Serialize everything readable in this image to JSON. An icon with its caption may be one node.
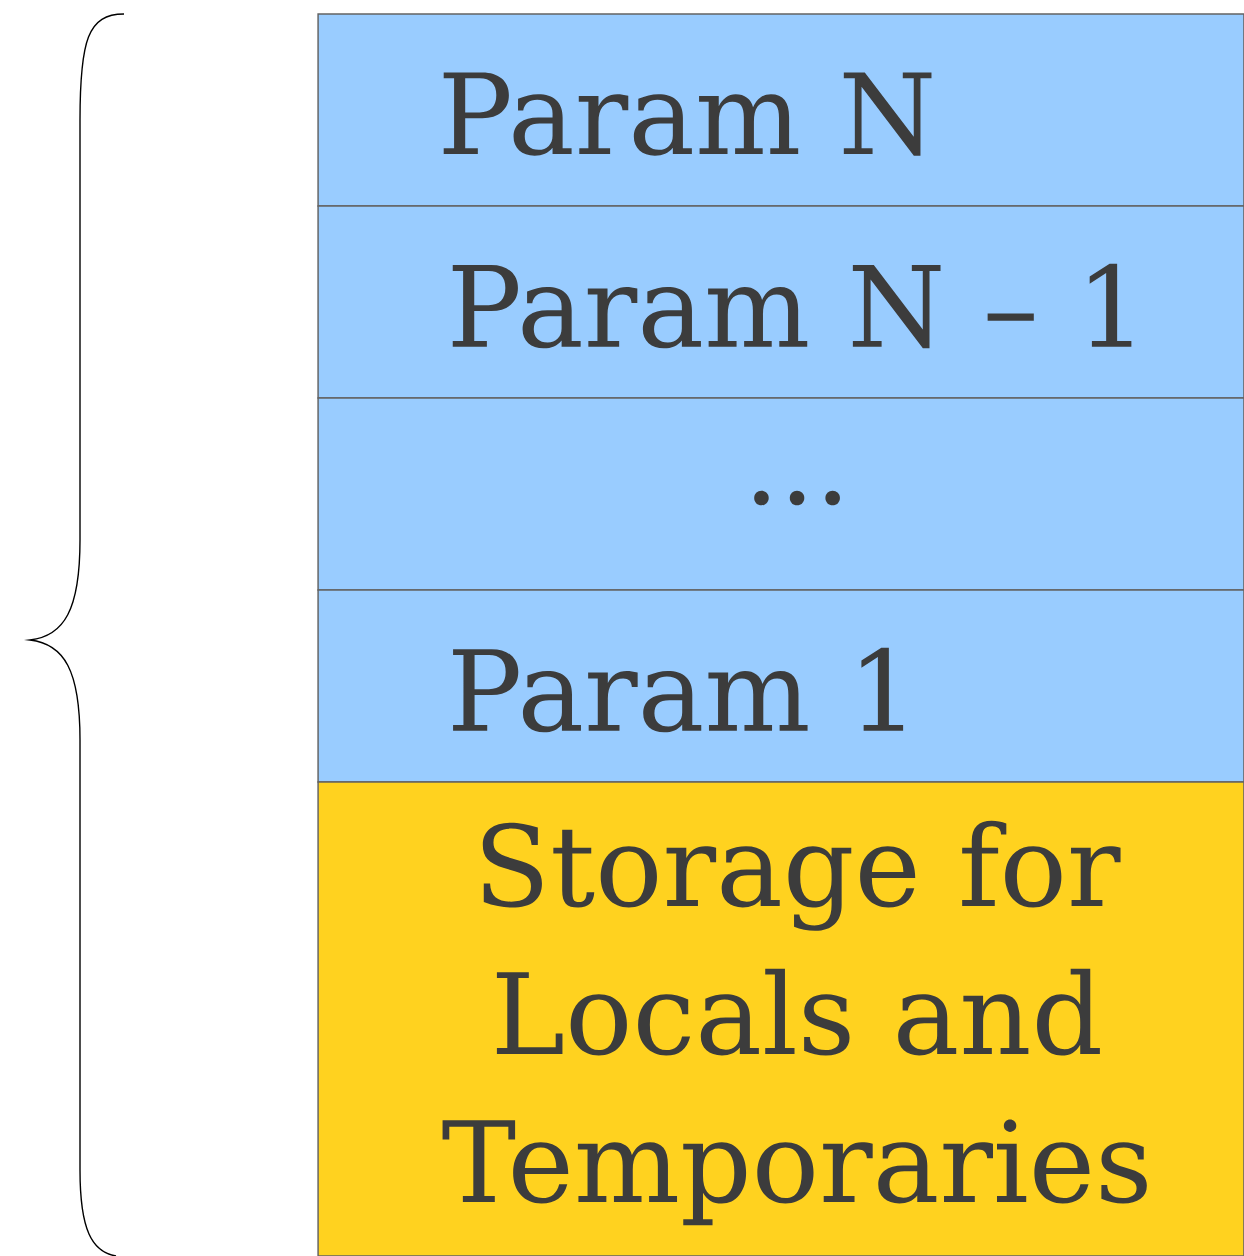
{
  "diagram": {
    "nodes": [
      {
        "text": [
          "Param N"
        ]
      },
      {
        "text": [
          "Param N – 1"
        ]
      },
      {
        "text": [
          "..."
        ]
      },
      {
        "text": [
          "Param 1"
        ]
      },
      {
        "text": [
          "Storage for Locals and Temporaries"
        ]
      }
    ]
  }
}
